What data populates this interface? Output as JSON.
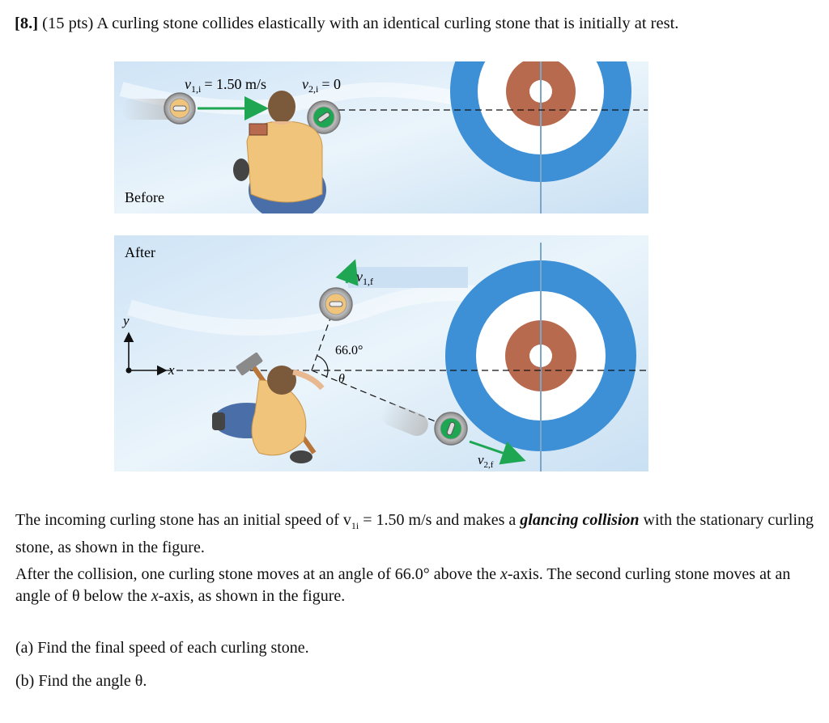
{
  "problem": {
    "number": "[8.]",
    "points": "(15 pts)",
    "statement": "A curling stone collides elastically with an identical curling stone that is initially at rest."
  },
  "figure": {
    "before": {
      "label": "Before",
      "v1i_symbol": "v",
      "v1i_sub": "1,i",
      "v1i_value": "= 1.50 m/s",
      "v2i_symbol": "v",
      "v2i_sub": "2,i",
      "v2i_value": "= 0"
    },
    "after": {
      "label": "After",
      "axis_y": "y",
      "axis_x": "x",
      "v1f_symbol": "v",
      "v1f_sub": "1,f",
      "angle_label": "66.0°",
      "theta_label": "θ",
      "v2f_symbol": "v",
      "v2f_sub": "2,f"
    },
    "colors": {
      "ice": "#d7eaf8",
      "ring_blue": "#3d8fd6",
      "ring_red": "#b86a4e",
      "arrow_green": "#1fa653",
      "skin": "#e8b890",
      "jacket": "#f0c47a",
      "pants": "#4a6fa8"
    }
  },
  "body": {
    "p1_start": "The incoming curling stone has an initial speed of v",
    "p1_sub": "1i",
    "p1_mid": " = 1.50 m/s and makes a ",
    "p1_em": "glancing collision",
    "p1_end": " with the stationary curling stone, as shown in the figure.",
    "p2_start": "After the collision, one curling stone moves at an angle of 66.0° above the ",
    "p2_x": "x",
    "p2_mid": "-axis.  The second curling stone moves at an angle of θ below the ",
    "p2_x2": "x",
    "p2_end": "-axis, as shown in the figure."
  },
  "questions": {
    "a": "(a)  Find the final speed of each curling stone.",
    "b": "(b)  Find the angle θ."
  }
}
